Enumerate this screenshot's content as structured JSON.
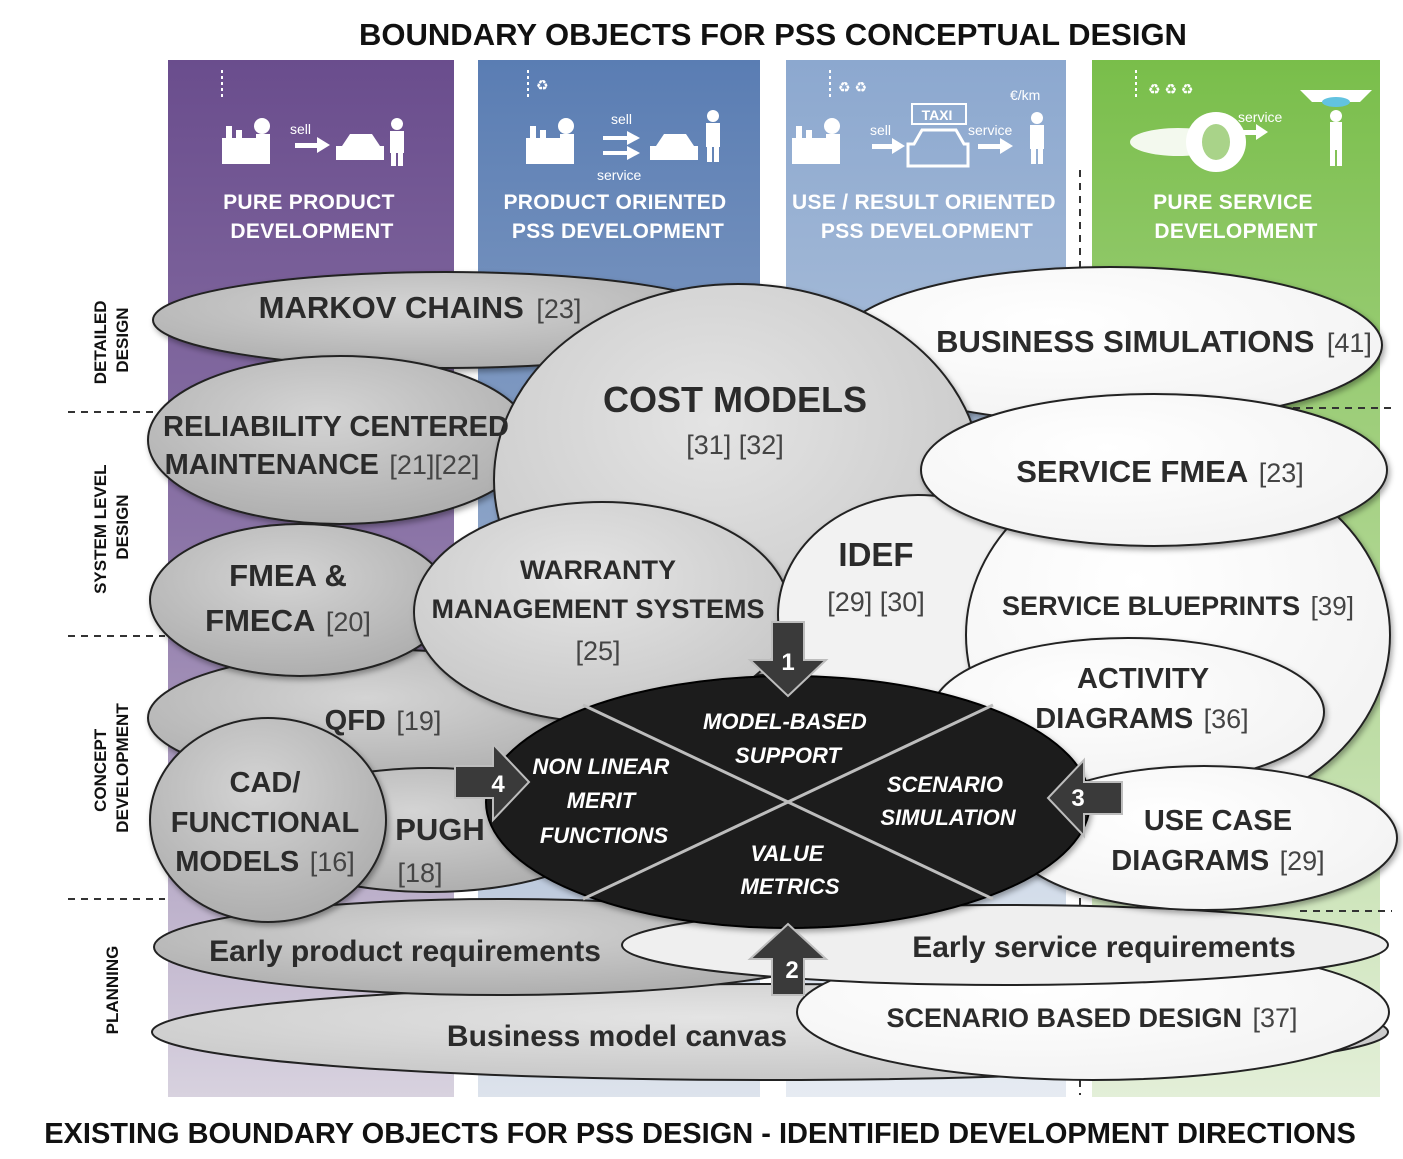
{
  "title_top": "BOUNDARY OBJECTS FOR PSS CONCEPTUAL DESIGN",
  "title_bottom": "EXISTING BOUNDARY OBJECTS FOR PSS DESIGN - IDENTIFIED DEVELOPMENT DIRECTIONS",
  "columns": [
    {
      "line1": "PURE PRODUCT",
      "line2": "DEVELOPMENT",
      "icon_label": "sell",
      "color": "#6b4f8e"
    },
    {
      "line1": "PRODUCT ORIENTED",
      "line2": "PSS DEVELOPMENT",
      "icon_label": "sell",
      "icon_label2": "service",
      "color": "#5b7fb5"
    },
    {
      "line1": "USE / RESULT ORIENTED",
      "line2": "PSS DEVELOPMENT",
      "icon_label": "sell",
      "icon_label2": "service",
      "taxi": "TAXI",
      "price": "€/km",
      "color": "#8aa6cc"
    },
    {
      "line1": "PURE SERVICE",
      "line2": "DEVELOPMENT",
      "icon_label": "service",
      "color": "#7cc04e"
    }
  ],
  "stages": {
    "detailed": [
      "DETAILED",
      "DESIGN"
    ],
    "system": [
      "SYSTEM LEVEL",
      "DESIGN"
    ],
    "concept": [
      "CONCEPT",
      "DEVELOPMENT"
    ],
    "planning": [
      "PLANNING"
    ]
  },
  "objects": {
    "markov": {
      "name": "MARKOV CHAINS",
      "ref": "[23]"
    },
    "business_sim": {
      "name": "BUSINESS SIMULATIONS",
      "ref": "[41]"
    },
    "cost_models": {
      "name": "COST MODELS",
      "ref": "[31] [32]"
    },
    "rcm": {
      "line1": "RELIABILITY CENTERED",
      "line2": "MAINTENANCE",
      "ref": "[21][22]"
    },
    "service_fmea": {
      "name": "SERVICE FMEA",
      "ref": "[23]"
    },
    "fmea": {
      "line1": "FMEA &",
      "line2": "FMECA",
      "ref": "[20]"
    },
    "warranty": {
      "line1": "WARRANTY",
      "line2": "MANAGEMENT SYSTEMS",
      "ref": "[25]"
    },
    "idef": {
      "name": "IDEF",
      "ref": "[29] [30]"
    },
    "blueprints": {
      "name": "SERVICE BLUEPRINTS",
      "ref": "[39]"
    },
    "activity": {
      "line1": "ACTIVITY",
      "line2": "DIAGRAMS",
      "ref": "[36]"
    },
    "qfd": {
      "name": "QFD",
      "ref": "[19]"
    },
    "cad": {
      "line1": "CAD/",
      "line2": "FUNCTIONAL",
      "line3": "MODELS",
      "ref": "[16]"
    },
    "pugh": {
      "name": "PUGH",
      "ref": "[18]"
    },
    "use_case": {
      "line1": "USE CASE",
      "line2": "DIAGRAMS",
      "ref": "[29]"
    },
    "early_product": {
      "name": "Early product requirements"
    },
    "early_service": {
      "name": "Early service requirements"
    },
    "scenario_design": {
      "name": "SCENARIO BASED DESIGN",
      "ref": "[37]"
    },
    "bmc": {
      "name": "Business model canvas"
    }
  },
  "center": {
    "top": [
      "MODEL-BASED",
      "SUPPORT"
    ],
    "left": [
      "NON LINEAR",
      "MERIT",
      "FUNCTIONS"
    ],
    "right": [
      "SCENARIO",
      "SIMULATION"
    ],
    "bottom": [
      "VALUE",
      "METRICS"
    ]
  },
  "arrows": [
    "1",
    "2",
    "3",
    "4"
  ]
}
